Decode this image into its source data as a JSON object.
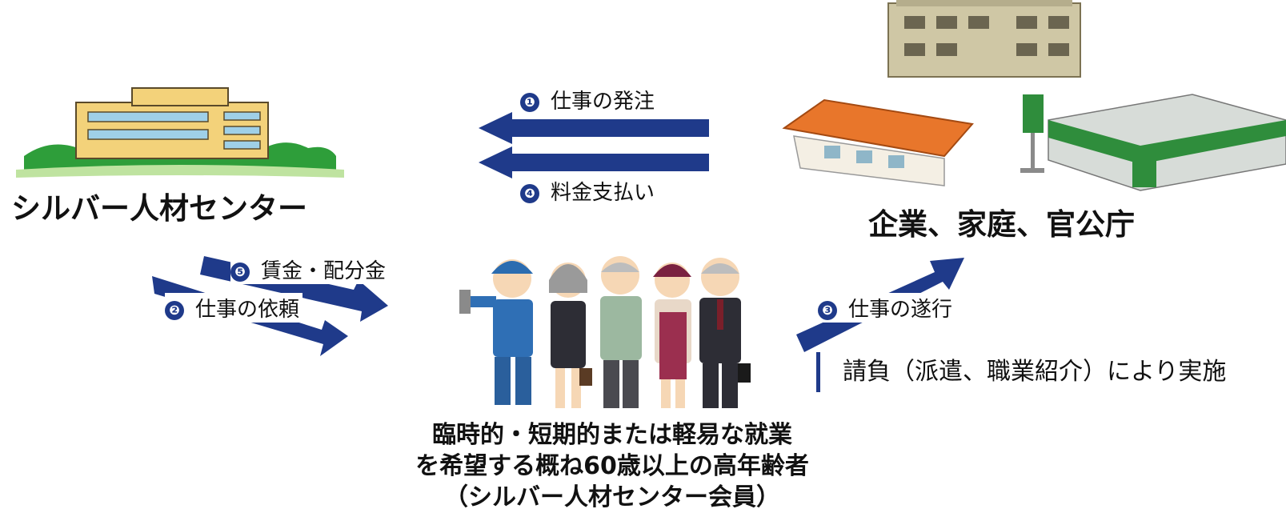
{
  "silver_center": {
    "name": "シルバー人材センター"
  },
  "clients": {
    "name": "企業、家庭、官公庁"
  },
  "flows": [
    {
      "num": "❶",
      "label": "仕事の発注"
    },
    {
      "num": "❷",
      "label": "仕事の依頼"
    },
    {
      "num": "❸",
      "label": "仕事の遂行"
    },
    {
      "num": "❹",
      "label": "料金支払い"
    },
    {
      "num": "❺",
      "label": "賃金・配分金"
    }
  ],
  "members": {
    "line1": "臨時的・短期的または軽易な就業",
    "line2": "を希望する概ね60歳以上の高年齢者",
    "line3": "（シルバー人材センター会員）"
  },
  "note": "請負（派遣、職業紹介）により実施",
  "colors": {
    "arrow": "#1f3a8a",
    "grass": "#2e9e3a",
    "building": "#f3d27a"
  }
}
